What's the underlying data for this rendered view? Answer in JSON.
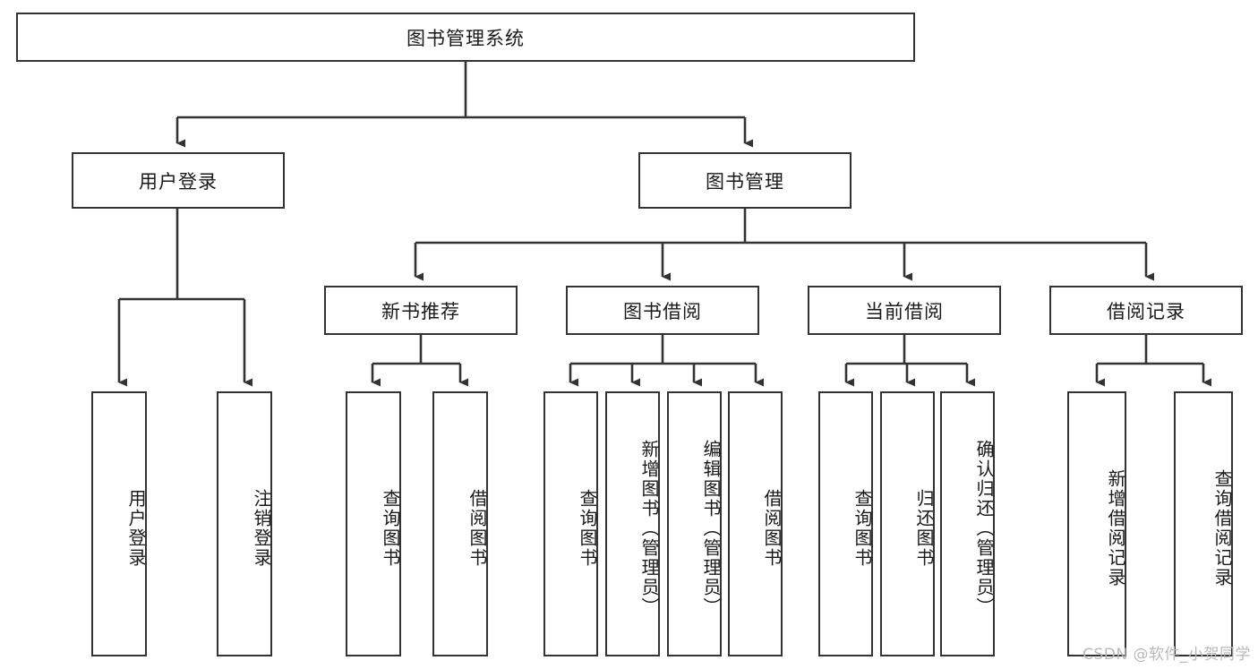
{
  "diagram": {
    "type": "tree-hierarchy",
    "title": "图书管理系统",
    "watermark": "CSDN @软件_小贺同学",
    "colors": {
      "box_border": "#333333",
      "box_fill": "#ffffff",
      "connector": "#333333",
      "text": "#1a1a1a",
      "watermark": "#b9b9b9"
    },
    "nodes": {
      "root": {
        "label": "图书管理系统",
        "level": 0,
        "orientation": "horizontal"
      },
      "user_login": {
        "label": "用户登录",
        "level": 1,
        "orientation": "horizontal"
      },
      "book_manage": {
        "label": "图书管理",
        "level": 1,
        "orientation": "horizontal"
      },
      "new_book_rec": {
        "label": "新书推荐",
        "level": 2,
        "orientation": "horizontal"
      },
      "book_borrow": {
        "label": "图书借阅",
        "level": 2,
        "orientation": "horizontal"
      },
      "current_borrow": {
        "label": "当前借阅",
        "level": 2,
        "orientation": "horizontal"
      },
      "borrow_record": {
        "label": "借阅记录",
        "level": 2,
        "orientation": "horizontal"
      },
      "leaf_user_login": {
        "label": "用户登录",
        "level": 3,
        "orientation": "vertical"
      },
      "leaf_logout": {
        "label": "注销登录",
        "level": 3,
        "orientation": "vertical"
      },
      "leaf_query_book_rec": {
        "label": "查询图书",
        "level": 3,
        "orientation": "vertical"
      },
      "leaf_borrow_book_rec": {
        "label": "借阅图书",
        "level": 3,
        "orientation": "vertical"
      },
      "leaf_query_book_borrow": {
        "label": "查询图书",
        "level": 3,
        "orientation": "vertical"
      },
      "leaf_add_book": {
        "label": "新增图书（管理员）",
        "level": 3,
        "orientation": "vertical"
      },
      "leaf_edit_book": {
        "label": "编辑图书（管理员）",
        "level": 3,
        "orientation": "vertical"
      },
      "leaf_borrow_book": {
        "label": "借阅图书",
        "level": 3,
        "orientation": "vertical"
      },
      "leaf_query_book_cur": {
        "label": "查询图书",
        "level": 3,
        "orientation": "vertical"
      },
      "leaf_return_book": {
        "label": "归还图书",
        "level": 3,
        "orientation": "vertical"
      },
      "leaf_confirm_return": {
        "label": "确认归还（管理员）",
        "level": 3,
        "orientation": "vertical"
      },
      "leaf_add_record": {
        "label": "新增借阅记录",
        "level": 3,
        "orientation": "vertical"
      },
      "leaf_query_record": {
        "label": "查询借阅记录",
        "level": 3,
        "orientation": "vertical"
      }
    },
    "edges": [
      {
        "from": "root",
        "to": "user_login"
      },
      {
        "from": "root",
        "to": "book_manage"
      },
      {
        "from": "user_login",
        "to": "leaf_user_login"
      },
      {
        "from": "user_login",
        "to": "leaf_logout"
      },
      {
        "from": "book_manage",
        "to": "new_book_rec"
      },
      {
        "from": "book_manage",
        "to": "book_borrow"
      },
      {
        "from": "book_manage",
        "to": "current_borrow"
      },
      {
        "from": "book_manage",
        "to": "borrow_record"
      },
      {
        "from": "new_book_rec",
        "to": "leaf_query_book_rec"
      },
      {
        "from": "new_book_rec",
        "to": "leaf_borrow_book_rec"
      },
      {
        "from": "book_borrow",
        "to": "leaf_query_book_borrow"
      },
      {
        "from": "book_borrow",
        "to": "leaf_add_book"
      },
      {
        "from": "book_borrow",
        "to": "leaf_edit_book"
      },
      {
        "from": "book_borrow",
        "to": "leaf_borrow_book"
      },
      {
        "from": "current_borrow",
        "to": "leaf_query_book_cur"
      },
      {
        "from": "current_borrow",
        "to": "leaf_return_book"
      },
      {
        "from": "current_borrow",
        "to": "leaf_confirm_return"
      },
      {
        "from": "borrow_record",
        "to": "leaf_add_record"
      },
      {
        "from": "borrow_record",
        "to": "leaf_query_record"
      }
    ]
  }
}
